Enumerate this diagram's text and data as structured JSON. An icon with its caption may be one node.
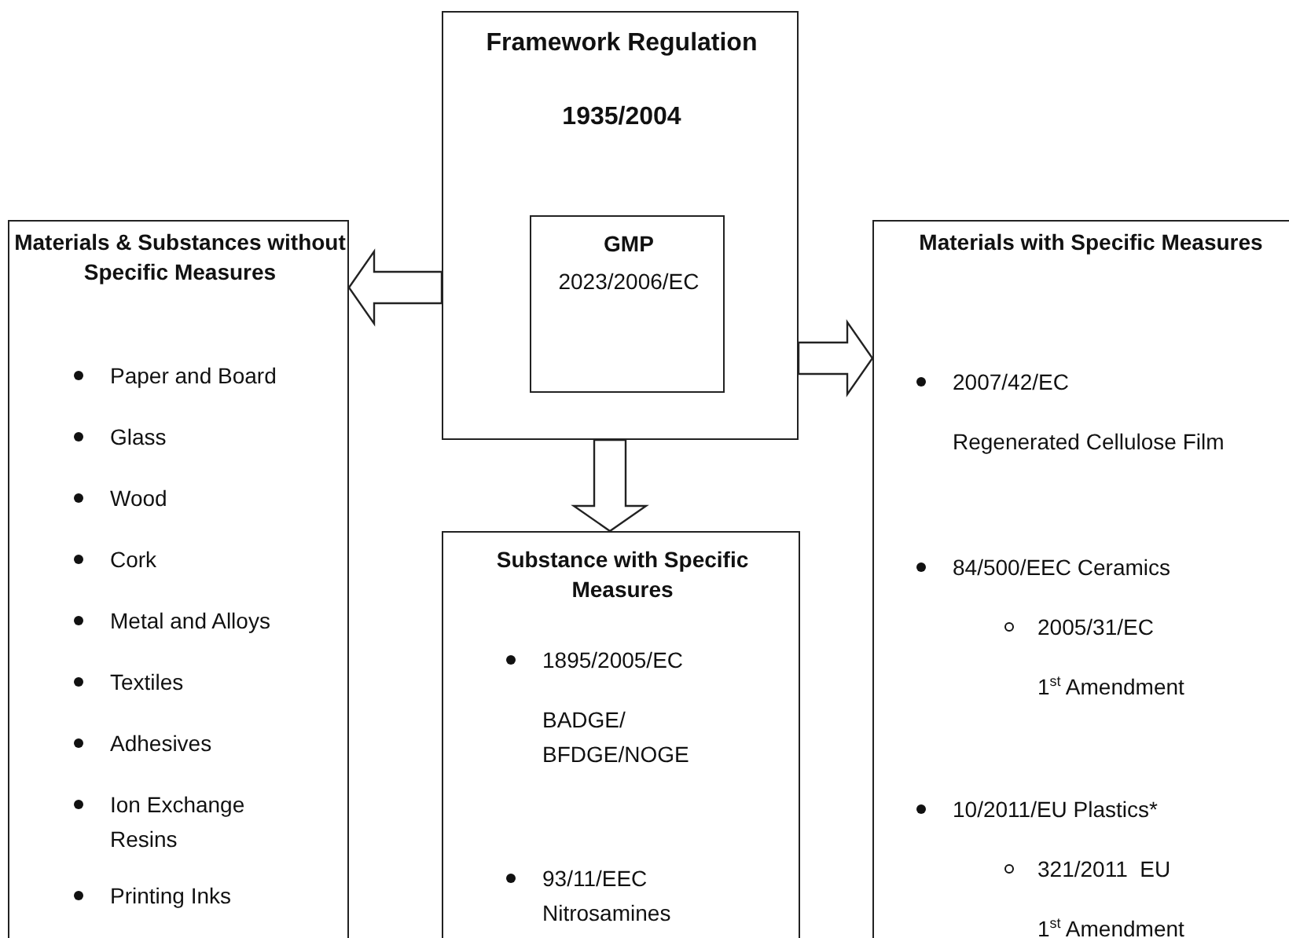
{
  "diagram": {
    "nodes": [
      {
        "text": [
          "Framework Regulation",
          "1935/2004"
        ]
      },
      {
        "text": [
          "GMP",
          "2023/2006/EC"
        ],
        "in": 0
      },
      {
        "text": [
          "Materials & Substances without Specific Measures",
          "Paper and Board",
          "Glass",
          "Wood",
          "Cork",
          "Metal and Alloys",
          "Textiles",
          "Adhesives",
          "Ion Exchange Resins",
          "Printing Inks"
        ]
      },
      {
        "text": [
          "Substance with Specific Measures",
          "1895/2005/EC",
          "BADGE/ BFDGE/NOGE",
          "93/11/EEC Nitrosamines"
        ]
      },
      {
        "text": [
          "Materials with Specific Measures",
          "2007/42/EC",
          "Regenerated Cellulose Film",
          "84/500/EEC Ceramics",
          "2005/31/EC",
          "1$^{st}$ Amendment",
          "10/2011/EU Plastics*",
          "321/2011  EU",
          "1$^{st}$ Amendment"
        ]
      }
    ],
    "edges": [
      {
        "from": 0,
        "to": 2,
        "arrow": "to"
      },
      {
        "from": 0,
        "to": 3,
        "arrow": "to"
      },
      {
        "from": 0,
        "to": 4,
        "arrow": "to"
      }
    ]
  }
}
